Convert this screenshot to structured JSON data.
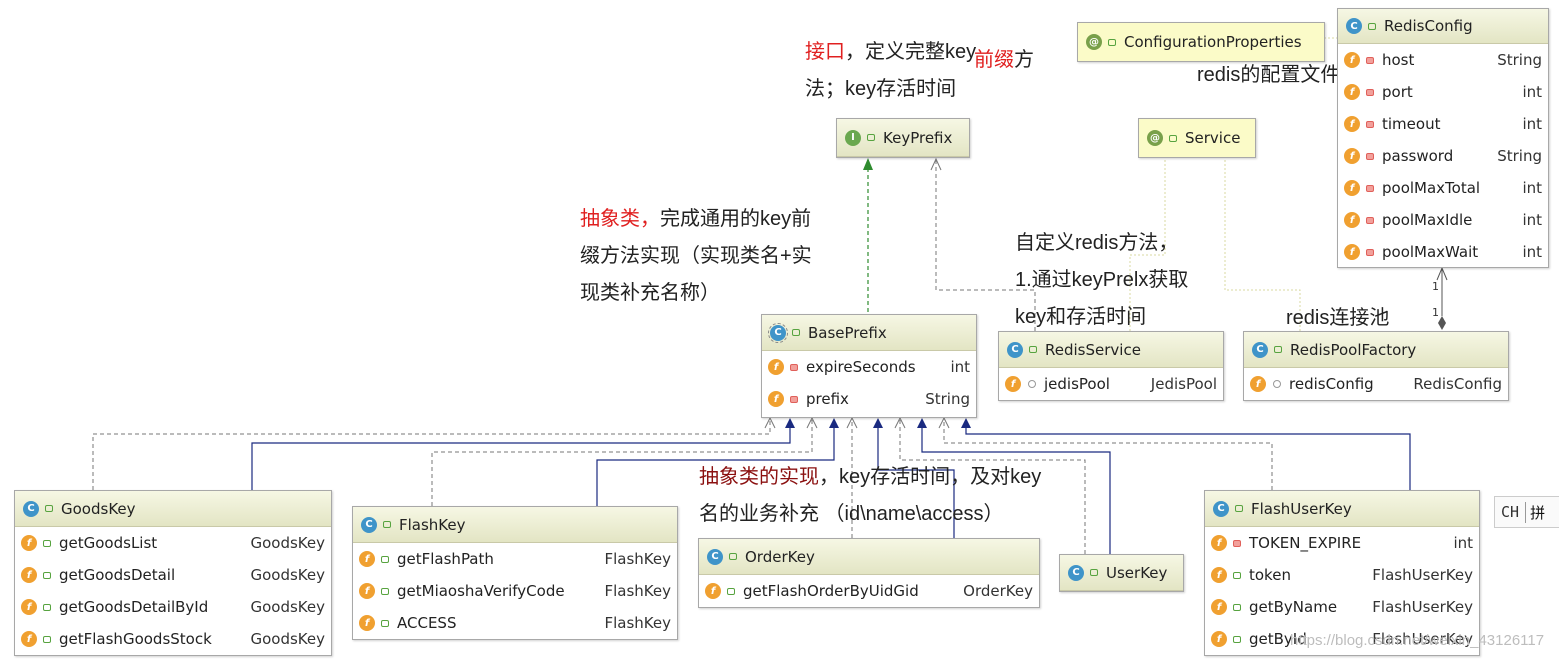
{
  "annotations": {
    "interface_note": {
      "highlight": "接口",
      "line1_rest": "，定义完整key",
      "overlap": "前缀",
      "line1_tail": "方",
      "line2": "法；key存活时间"
    },
    "abstract_note": {
      "highlight": "抽象类，",
      "line1_rest": "完成通用的key前",
      "line2": "缀方法实现（实现类名+实",
      "line3": "现类补充名称）"
    },
    "service_note": {
      "line1": "自定义redis方法，",
      "line2": "1.通过keyPrelx获取",
      "line3": "key和存活时间"
    },
    "config_note": "redis的配置文件",
    "pool_note": "redis连接池",
    "impl_note": {
      "highlight": "抽象类的实现",
      "line1_rest": "，key存活时间，及对key",
      "line2": "名的业务补充 （id\\name\\access）"
    }
  },
  "classes": {
    "key_prefix": {
      "icon": "I",
      "name": "KeyPrefix"
    },
    "configuration_properties": {
      "icon": "@",
      "name": "ConfigurationProperties"
    },
    "service": {
      "icon": "@",
      "name": "Service"
    },
    "redis_config": {
      "icon": "C",
      "name": "RedisConfig",
      "fields": [
        {
          "name": "host",
          "type": "String"
        },
        {
          "name": "port",
          "type": "int"
        },
        {
          "name": "timeout",
          "type": "int"
        },
        {
          "name": "password",
          "type": "String"
        },
        {
          "name": "poolMaxTotal",
          "type": "int"
        },
        {
          "name": "poolMaxIdle",
          "type": "int"
        },
        {
          "name": "poolMaxWait",
          "type": "int"
        }
      ]
    },
    "base_prefix": {
      "icon": "C",
      "name": "BasePrefix",
      "fields": [
        {
          "name": "expireSeconds",
          "type": "int"
        },
        {
          "name": "prefix",
          "type": "String"
        }
      ]
    },
    "redis_service": {
      "icon": "C",
      "name": "RedisService",
      "fields": [
        {
          "name": "jedisPool",
          "type": "JedisPool"
        }
      ]
    },
    "redis_pool_factory": {
      "icon": "C",
      "name": "RedisPoolFactory",
      "fields": [
        {
          "name": "redisConfig",
          "type": "RedisConfig"
        }
      ]
    },
    "goods_key": {
      "icon": "C",
      "name": "GoodsKey",
      "fields": [
        {
          "name": "getGoodsList",
          "type": "GoodsKey"
        },
        {
          "name": "getGoodsDetail",
          "type": "GoodsKey"
        },
        {
          "name": "getGoodsDetailById",
          "type": "GoodsKey"
        },
        {
          "name": "getFlashGoodsStock",
          "type": "GoodsKey"
        }
      ]
    },
    "flash_key": {
      "icon": "C",
      "name": "FlashKey",
      "fields": [
        {
          "name": "getFlashPath",
          "type": "FlashKey"
        },
        {
          "name": "getMiaoshaVerifyCode",
          "type": "FlashKey"
        },
        {
          "name": "ACCESS",
          "type": "FlashKey"
        }
      ]
    },
    "order_key": {
      "icon": "C",
      "name": "OrderKey",
      "fields": [
        {
          "name": "getFlashOrderByUidGid",
          "type": "OrderKey"
        }
      ]
    },
    "user_key": {
      "icon": "C",
      "name": "UserKey"
    },
    "flash_user_key": {
      "icon": "C",
      "name": "FlashUserKey",
      "fields": [
        {
          "name": "TOKEN_EXPIRE",
          "type": "int"
        },
        {
          "name": "token",
          "type": "FlashUserKey"
        },
        {
          "name": "getByName",
          "type": "FlashUserKey"
        },
        {
          "name": "getById",
          "type": "FlashUserKey"
        }
      ]
    }
  },
  "multiplicity": {
    "top": "1",
    "bottom": "1"
  },
  "watermark": "https://blog.csdn.net/weixin_43126117",
  "ime_indicator": {
    "lang": "CH",
    "mode": "拼"
  }
}
